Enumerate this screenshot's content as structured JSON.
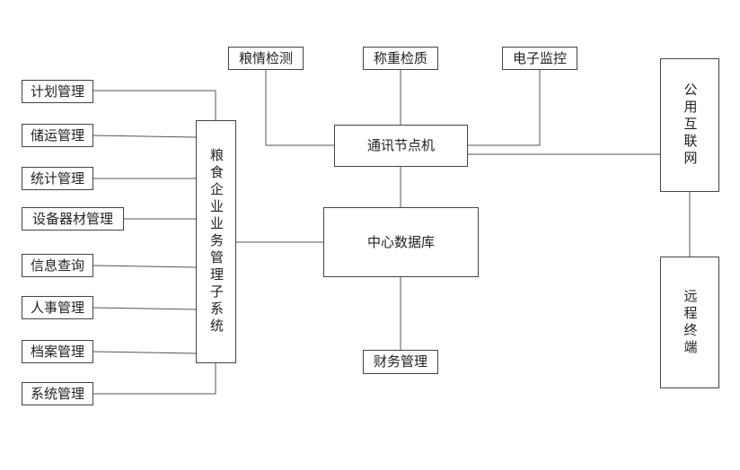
{
  "left_modules": [
    {
      "label": "计划管理"
    },
    {
      "label": "储运管理"
    },
    {
      "label": "统计管理"
    },
    {
      "label": "设备器材管理"
    },
    {
      "label": "信息查询"
    },
    {
      "label": "人事管理"
    },
    {
      "label": "档案管理"
    },
    {
      "label": "系统管理"
    }
  ],
  "subsystem": {
    "label": "粮食企业业务管理子系统"
  },
  "top_modules": [
    {
      "label": "粮情检测"
    },
    {
      "label": "称重检质"
    },
    {
      "label": "电子监控"
    }
  ],
  "comm_node": {
    "label": "通讯节点机"
  },
  "database": {
    "label": "中心数据库"
  },
  "finance": {
    "label": "财务管理"
  },
  "internet": {
    "label": "公用互联网"
  },
  "remote": {
    "label": "远程终端"
  }
}
